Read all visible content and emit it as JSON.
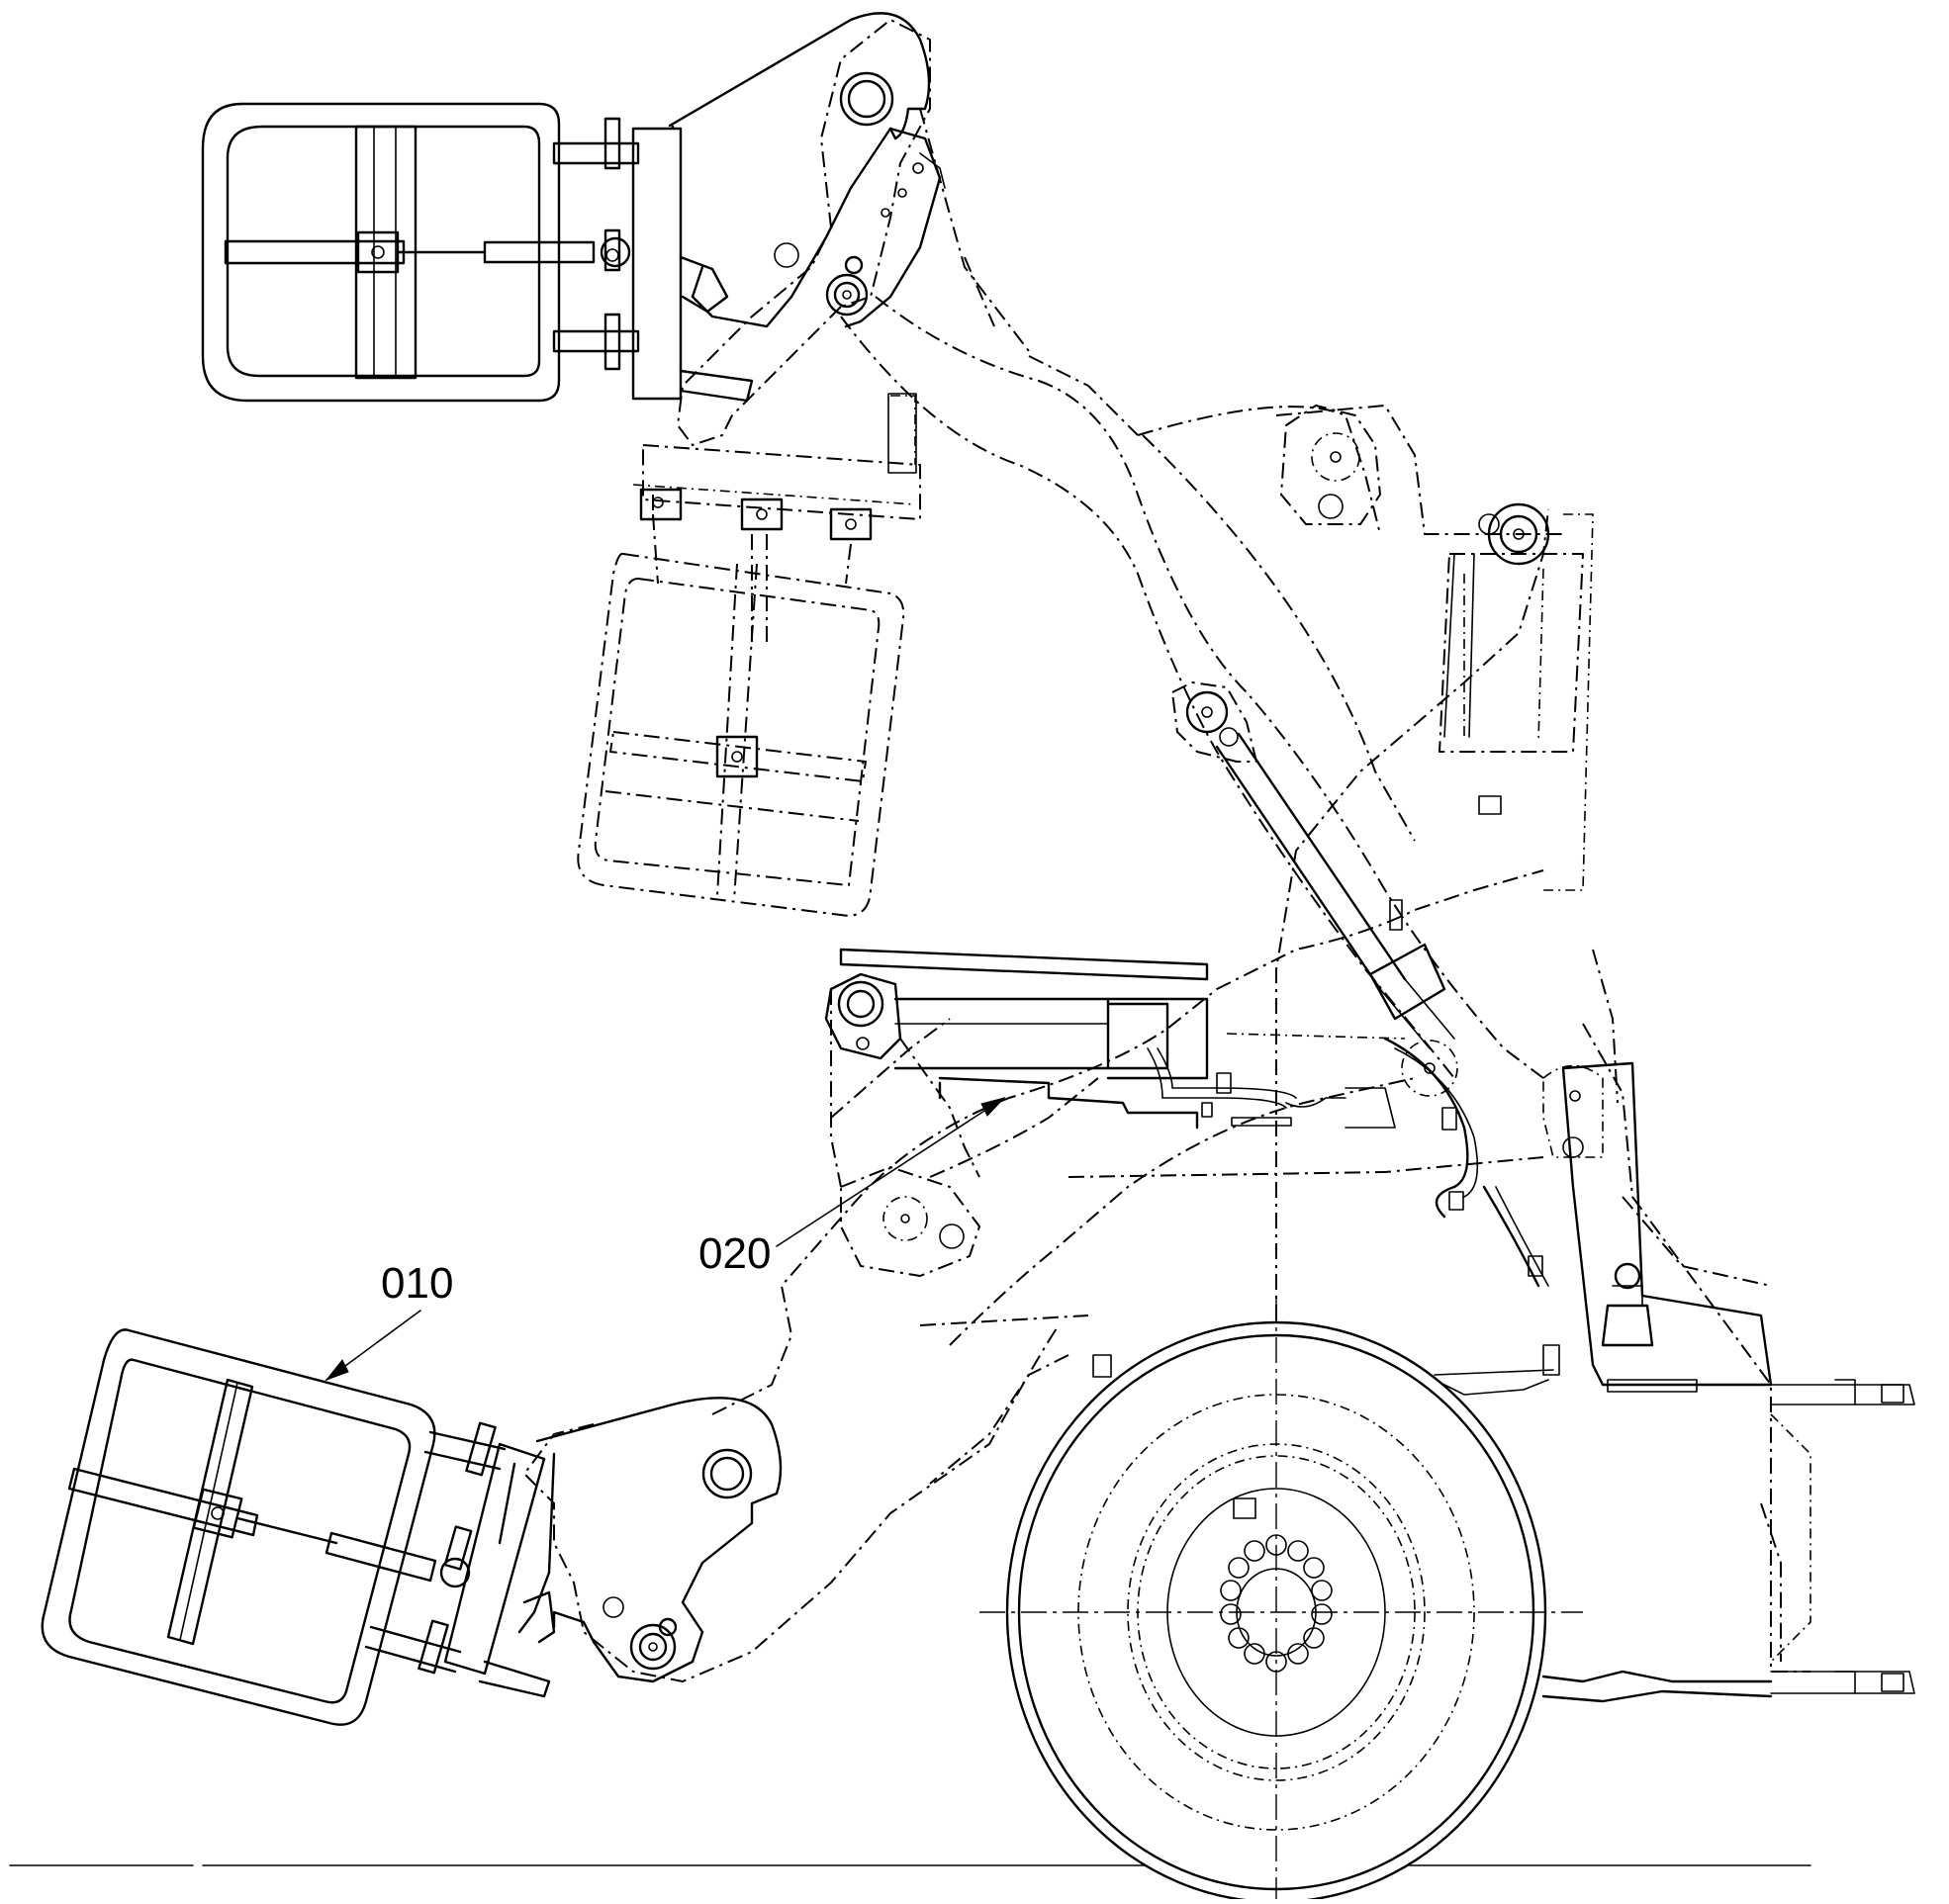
{
  "diagram": {
    "callouts": [
      {
        "id": "part-010",
        "label": "010"
      },
      {
        "id": "part-020",
        "label": "020"
      }
    ]
  }
}
